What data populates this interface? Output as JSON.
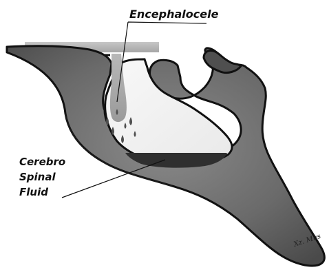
{
  "labels": {
    "top": "Encephalocele",
    "side_line1": "Cerebro",
    "side_line2": "Spinal",
    "side_line3": "Fluid",
    "signature": "Xz. Mus"
  },
  "colors": {
    "bone": "#6f6f6f",
    "bone_dark": "#3f3f3f",
    "outline": "#111111",
    "fluid_pool": "#2f2f2f",
    "fluid_drop": "#5a5a5a",
    "encephalocele_bar": "#b4b4b4"
  },
  "icons": {
    "drops": "fluid-drop-icon"
  }
}
